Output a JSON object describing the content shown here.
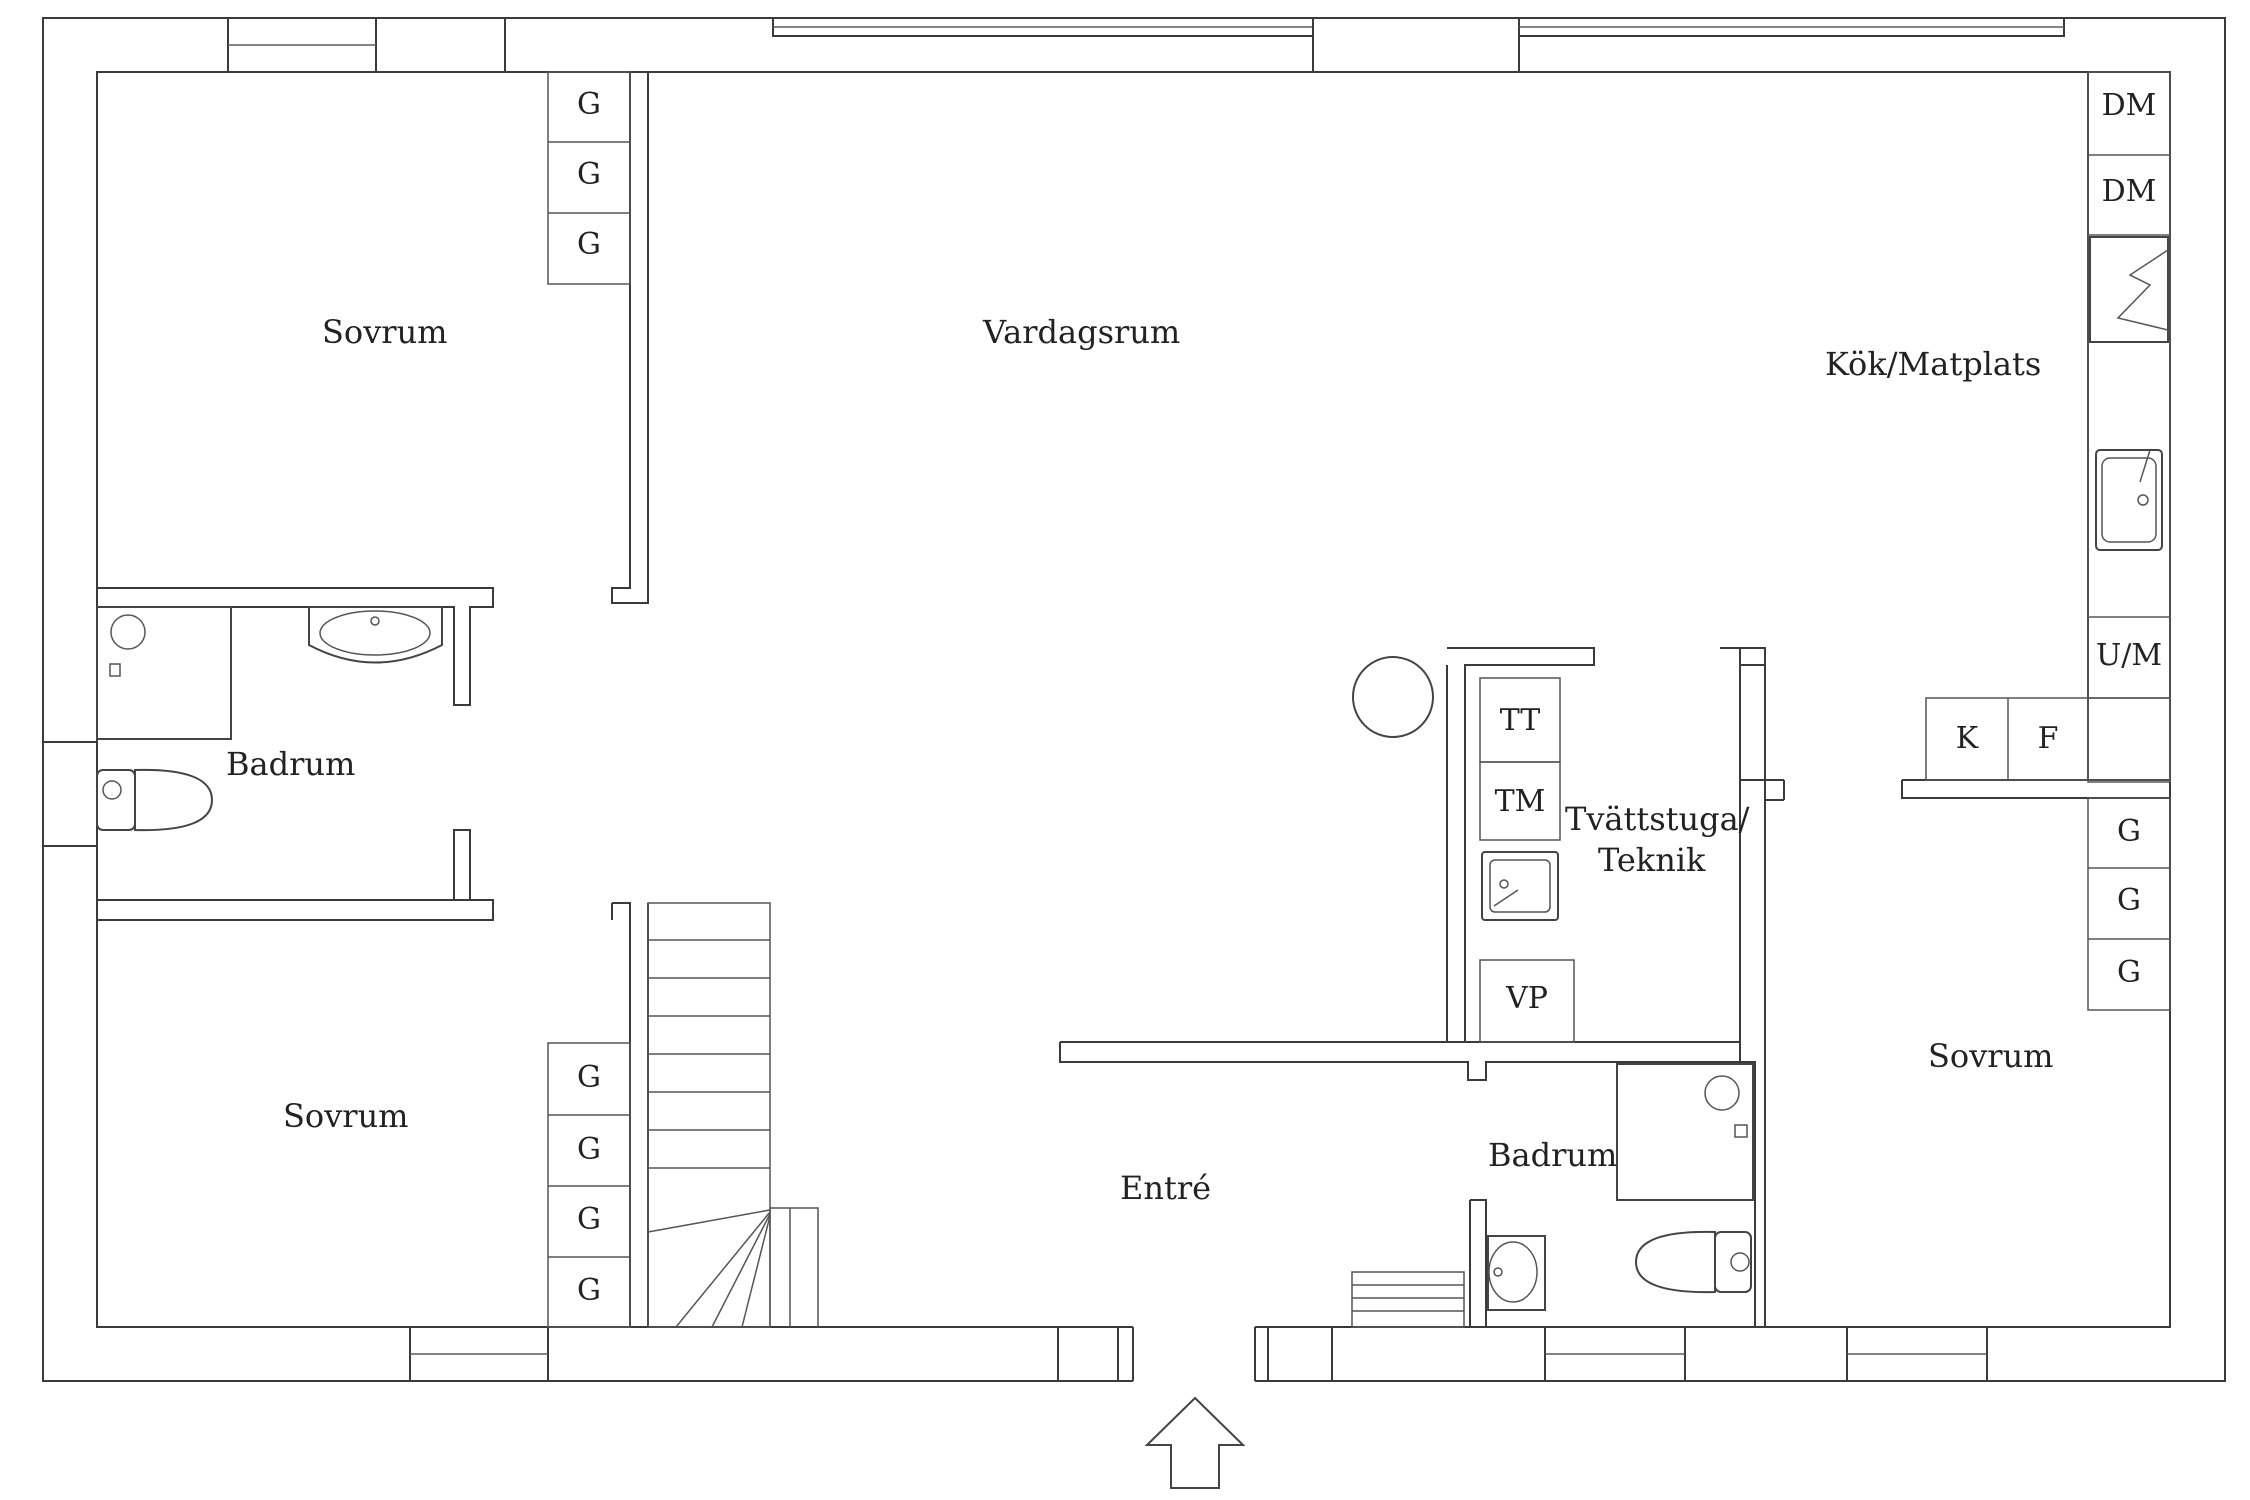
{
  "rooms": {
    "bedroom_top_left": "Sovrum",
    "living_room": "Vardagsrum",
    "kitchen_dining": "Kök/Matplats",
    "bathroom_left": "Badrum",
    "bedroom_bottom_left": "Sovrum",
    "entrance": "Entré",
    "laundry_line1": "Tvättstuga/",
    "laundry_line2": "Teknik",
    "bathroom_center": "Badrum",
    "bedroom_right": "Sovrum"
  },
  "cabinets": {
    "top_left_wardrobes": [
      "G",
      "G",
      "G"
    ],
    "bottom_left_wardrobes": [
      "G",
      "G",
      "G",
      "G"
    ],
    "kitchen_dishwashers": [
      "DM",
      "DM"
    ],
    "kitchen_oven": "U/M",
    "kitchen_fridge": "K",
    "kitchen_freezer": "F",
    "right_wardrobes": [
      "G",
      "G",
      "G"
    ],
    "laundry_dryer": "TT",
    "laundry_washer": "TM",
    "laundry_heatpump": "VP"
  },
  "entrance_marker": "up-arrow-icon"
}
